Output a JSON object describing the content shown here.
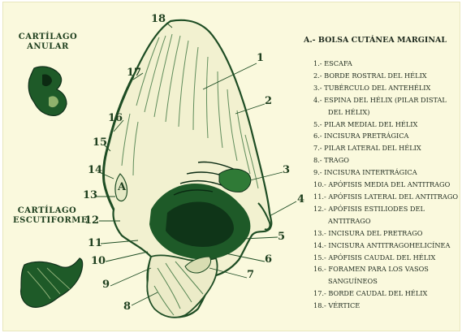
{
  "cartilage_top": {
    "line1": "CARTÍLAGO",
    "line2": "ANULAR"
  },
  "cartilage_bottom": {
    "line1": "CARTÍLAGO",
    "line2": "ESCUTIFORME"
  },
  "region_marker": "A",
  "legend_title": "A.- BOLSA CUTÁNEA MARGINAL",
  "legend_lines": [
    "1.- ESCAFA",
    "2.- BORDE ROSTRAL DEL HÉLIX",
    "3.- TUBÉRCULO DEL ANTEHÉLIX",
    "4.- ESPINA DEL HÉLIX (PILAR DISTAL",
    "DEL HÉLIX)",
    "5.- PILAR MEDIAL DEL HÉLIX",
    "6.- INCISURA PRETRÁGICA",
    "7.- PILAR LATERAL DEL HÉLIX",
    "8.- TRAGO",
    "9.- INCISURA INTERTRÁGICA",
    "10.- APÓFISIS MEDIA DEL ANTITRAGO",
    "11.- APÓFISIS LATERAL DEL ANTITRAGO",
    "12.- APÓFISIS ESTILIODES DEL",
    "ANTITRAGO",
    "13.- INCISURA DEL PRETRAGO",
    "14.- INCISURA ANTITRAGOHELICÍNEA",
    "15.- APÓFISIS CAUDAL DEL HÉLIX",
    "16.- FORAMEN PARA LOS VASOS",
    "SANGUÍNEOS",
    "17.- BORDE CAUDAL DEL HÉLIX",
    "18.- VÉRTICE"
  ],
  "numbers": [
    "1",
    "2",
    "3",
    "4",
    "5",
    "6",
    "7",
    "8",
    "9",
    "10",
    "11",
    "12",
    "13",
    "14",
    "15",
    "16",
    "17",
    "18"
  ],
  "colors": {
    "ink": "#1e4d24",
    "ink_dark": "#10301a",
    "background": "#faf9dd"
  }
}
